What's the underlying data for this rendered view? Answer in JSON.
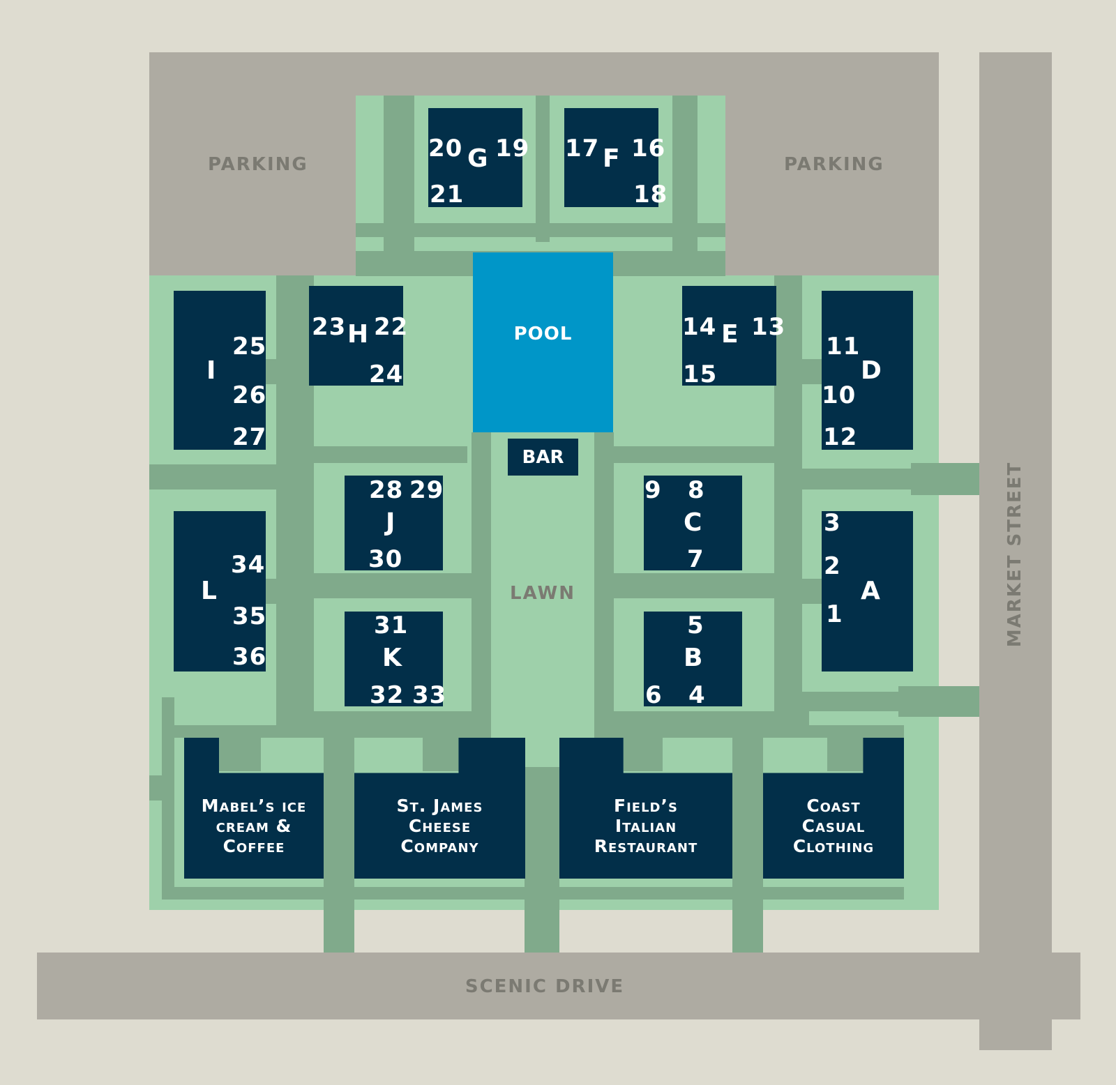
{
  "ground_labels": {
    "parking_left": "PARKING",
    "parking_right": "PARKING",
    "pool": "POOL",
    "bar": "BAR",
    "lawn": "LAWN",
    "scenic_drive": "SCENIC DRIVE",
    "market_street": "MARKET STREET"
  },
  "buildings": {
    "A": {
      "letter": "A",
      "units": [
        "3",
        "2",
        "1"
      ]
    },
    "B": {
      "letter": "B",
      "units": [
        "5",
        "6",
        "4"
      ]
    },
    "C": {
      "letter": "C",
      "units": [
        "9",
        "8",
        "7"
      ]
    },
    "D": {
      "letter": "D",
      "units": [
        "11",
        "10",
        "12"
      ]
    },
    "E": {
      "letter": "E",
      "units": [
        "14",
        "13",
        "15"
      ]
    },
    "F": {
      "letter": "F",
      "units": [
        "17",
        "16",
        "18"
      ]
    },
    "G": {
      "letter": "G",
      "units": [
        "20",
        "19",
        "21"
      ]
    },
    "H": {
      "letter": "H",
      "units": [
        "23",
        "22",
        "24"
      ]
    },
    "I": {
      "letter": "I",
      "units": [
        "25",
        "26",
        "27"
      ]
    },
    "J": {
      "letter": "J",
      "units": [
        "28",
        "29",
        "30"
      ]
    },
    "K": {
      "letter": "K",
      "units": [
        "31",
        "32",
        "33"
      ]
    },
    "L": {
      "letter": "L",
      "units": [
        "34",
        "35",
        "36"
      ]
    }
  },
  "shops": [
    {
      "name": "Mabel's Ice Cream & Coffee",
      "lines": [
        "Mabel’s ice",
        "cream &",
        "Coffee"
      ]
    },
    {
      "name": "St. James Cheese Company",
      "lines": [
        "St. James",
        "Cheese",
        "Company"
      ]
    },
    {
      "name": "Field's Italian Restaurant",
      "lines": [
        "Field’s",
        "Italian",
        "Restaurant"
      ]
    },
    {
      "name": "Coast Casual Clothing",
      "lines": [
        "Coast",
        "Casual",
        "Clothing"
      ]
    }
  ],
  "colors": {
    "background": "#dedcd0",
    "road": "#aeaba2",
    "light_green": "#9ed0aa",
    "path_green": "#80aa8b",
    "building": "#022f49",
    "pool": "#0096c8",
    "ground_text": "#7b7a72"
  }
}
